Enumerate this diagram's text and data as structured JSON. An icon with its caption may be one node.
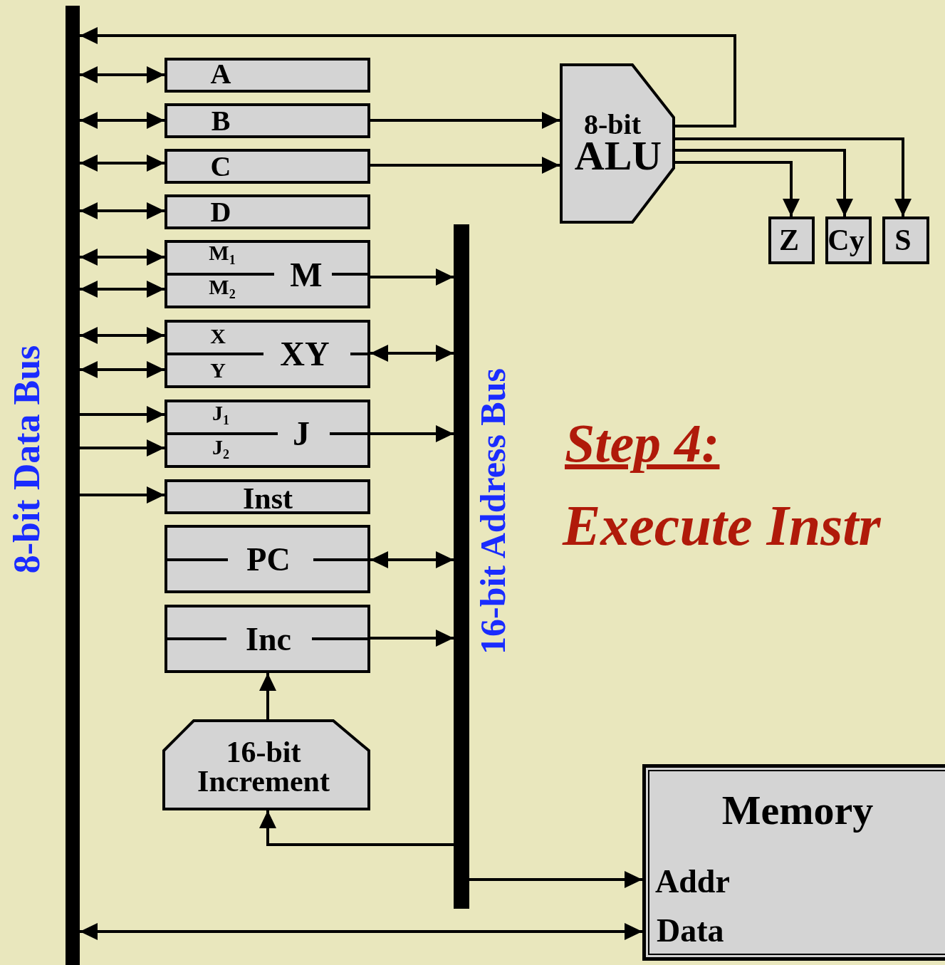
{
  "diagram": {
    "nodes": [
      {
        "text": [],
        "shape": "bar",
        "beside": [
          "8-bit Data Bus"
        ]
      },
      {
        "text": [
          "A"
        ]
      },
      {
        "text": [
          "B"
        ]
      },
      {
        "text": [
          "C"
        ]
      },
      {
        "text": [
          "D"
        ]
      },
      {
        "text": [
          "M$_{1}$",
          "M$_{2}$",
          "M"
        ]
      },
      {
        "text": [
          "X",
          "Y",
          "XY"
        ]
      },
      {
        "text": [
          "J$_{1}$",
          "J$_{2}$",
          "J"
        ]
      },
      {
        "text": [
          "Inst"
        ]
      },
      {
        "text": [
          "PC"
        ]
      },
      {
        "text": [
          "Inc"
        ]
      },
      {
        "text": [
          "16-bit Increment"
        ]
      },
      {
        "text": [],
        "shape": "bar",
        "beside": [
          "16-bit Address Bus"
        ]
      },
      {
        "text": [
          "8-bit",
          "ALU"
        ]
      },
      {
        "text": [
          "Z"
        ]
      },
      {
        "text": [
          "Cy"
        ]
      },
      {
        "text": [
          "S"
        ]
      },
      {
        "text": [
          "Memory",
          "Addr",
          "Data"
        ]
      }
    ],
    "edges": [
      {
        "from": 13,
        "to": 0,
        "arrow": "to"
      },
      {
        "from": 0,
        "to": 1,
        "arrow": "both"
      },
      {
        "from": 0,
        "to": 2,
        "arrow": "both"
      },
      {
        "from": 0,
        "to": 3,
        "arrow": "both"
      },
      {
        "from": 0,
        "to": 4,
        "arrow": "both"
      },
      {
        "from": 0,
        "to": 5,
        "arrow": "both"
      },
      {
        "from": 0,
        "to": 5,
        "arrow": "both"
      },
      {
        "from": 0,
        "to": 6,
        "arrow": "both"
      },
      {
        "from": 0,
        "to": 6,
        "arrow": "both"
      },
      {
        "from": 0,
        "to": 7,
        "arrow": "to"
      },
      {
        "from": 0,
        "to": 7,
        "arrow": "to"
      },
      {
        "from": 0,
        "to": 8,
        "arrow": "to"
      },
      {
        "from": 2,
        "to": 13,
        "arrow": "to"
      },
      {
        "from": 3,
        "to": 13,
        "arrow": "to"
      },
      {
        "from": 5,
        "to": 12,
        "arrow": "to"
      },
      {
        "from": 6,
        "to": 12,
        "arrow": "both"
      },
      {
        "from": 7,
        "to": 12,
        "arrow": "to"
      },
      {
        "from": 9,
        "to": 12,
        "arrow": "both"
      },
      {
        "from": 10,
        "to": 12,
        "arrow": "to"
      },
      {
        "from": 11,
        "to": 10,
        "arrow": "to"
      },
      {
        "from": 12,
        "to": 11,
        "arrow": "to"
      },
      {
        "from": 12,
        "to": 17,
        "arrow": "to"
      },
      {
        "from": 0,
        "to": 17,
        "arrow": "both"
      },
      {
        "from": 13,
        "to": 14,
        "arrow": "to"
      },
      {
        "from": 13,
        "to": 15,
        "arrow": "to"
      },
      {
        "from": 13,
        "to": 16,
        "arrow": "to"
      }
    ],
    "labels": [
      "Step 4:",
      "Execute Instr"
    ]
  }
}
